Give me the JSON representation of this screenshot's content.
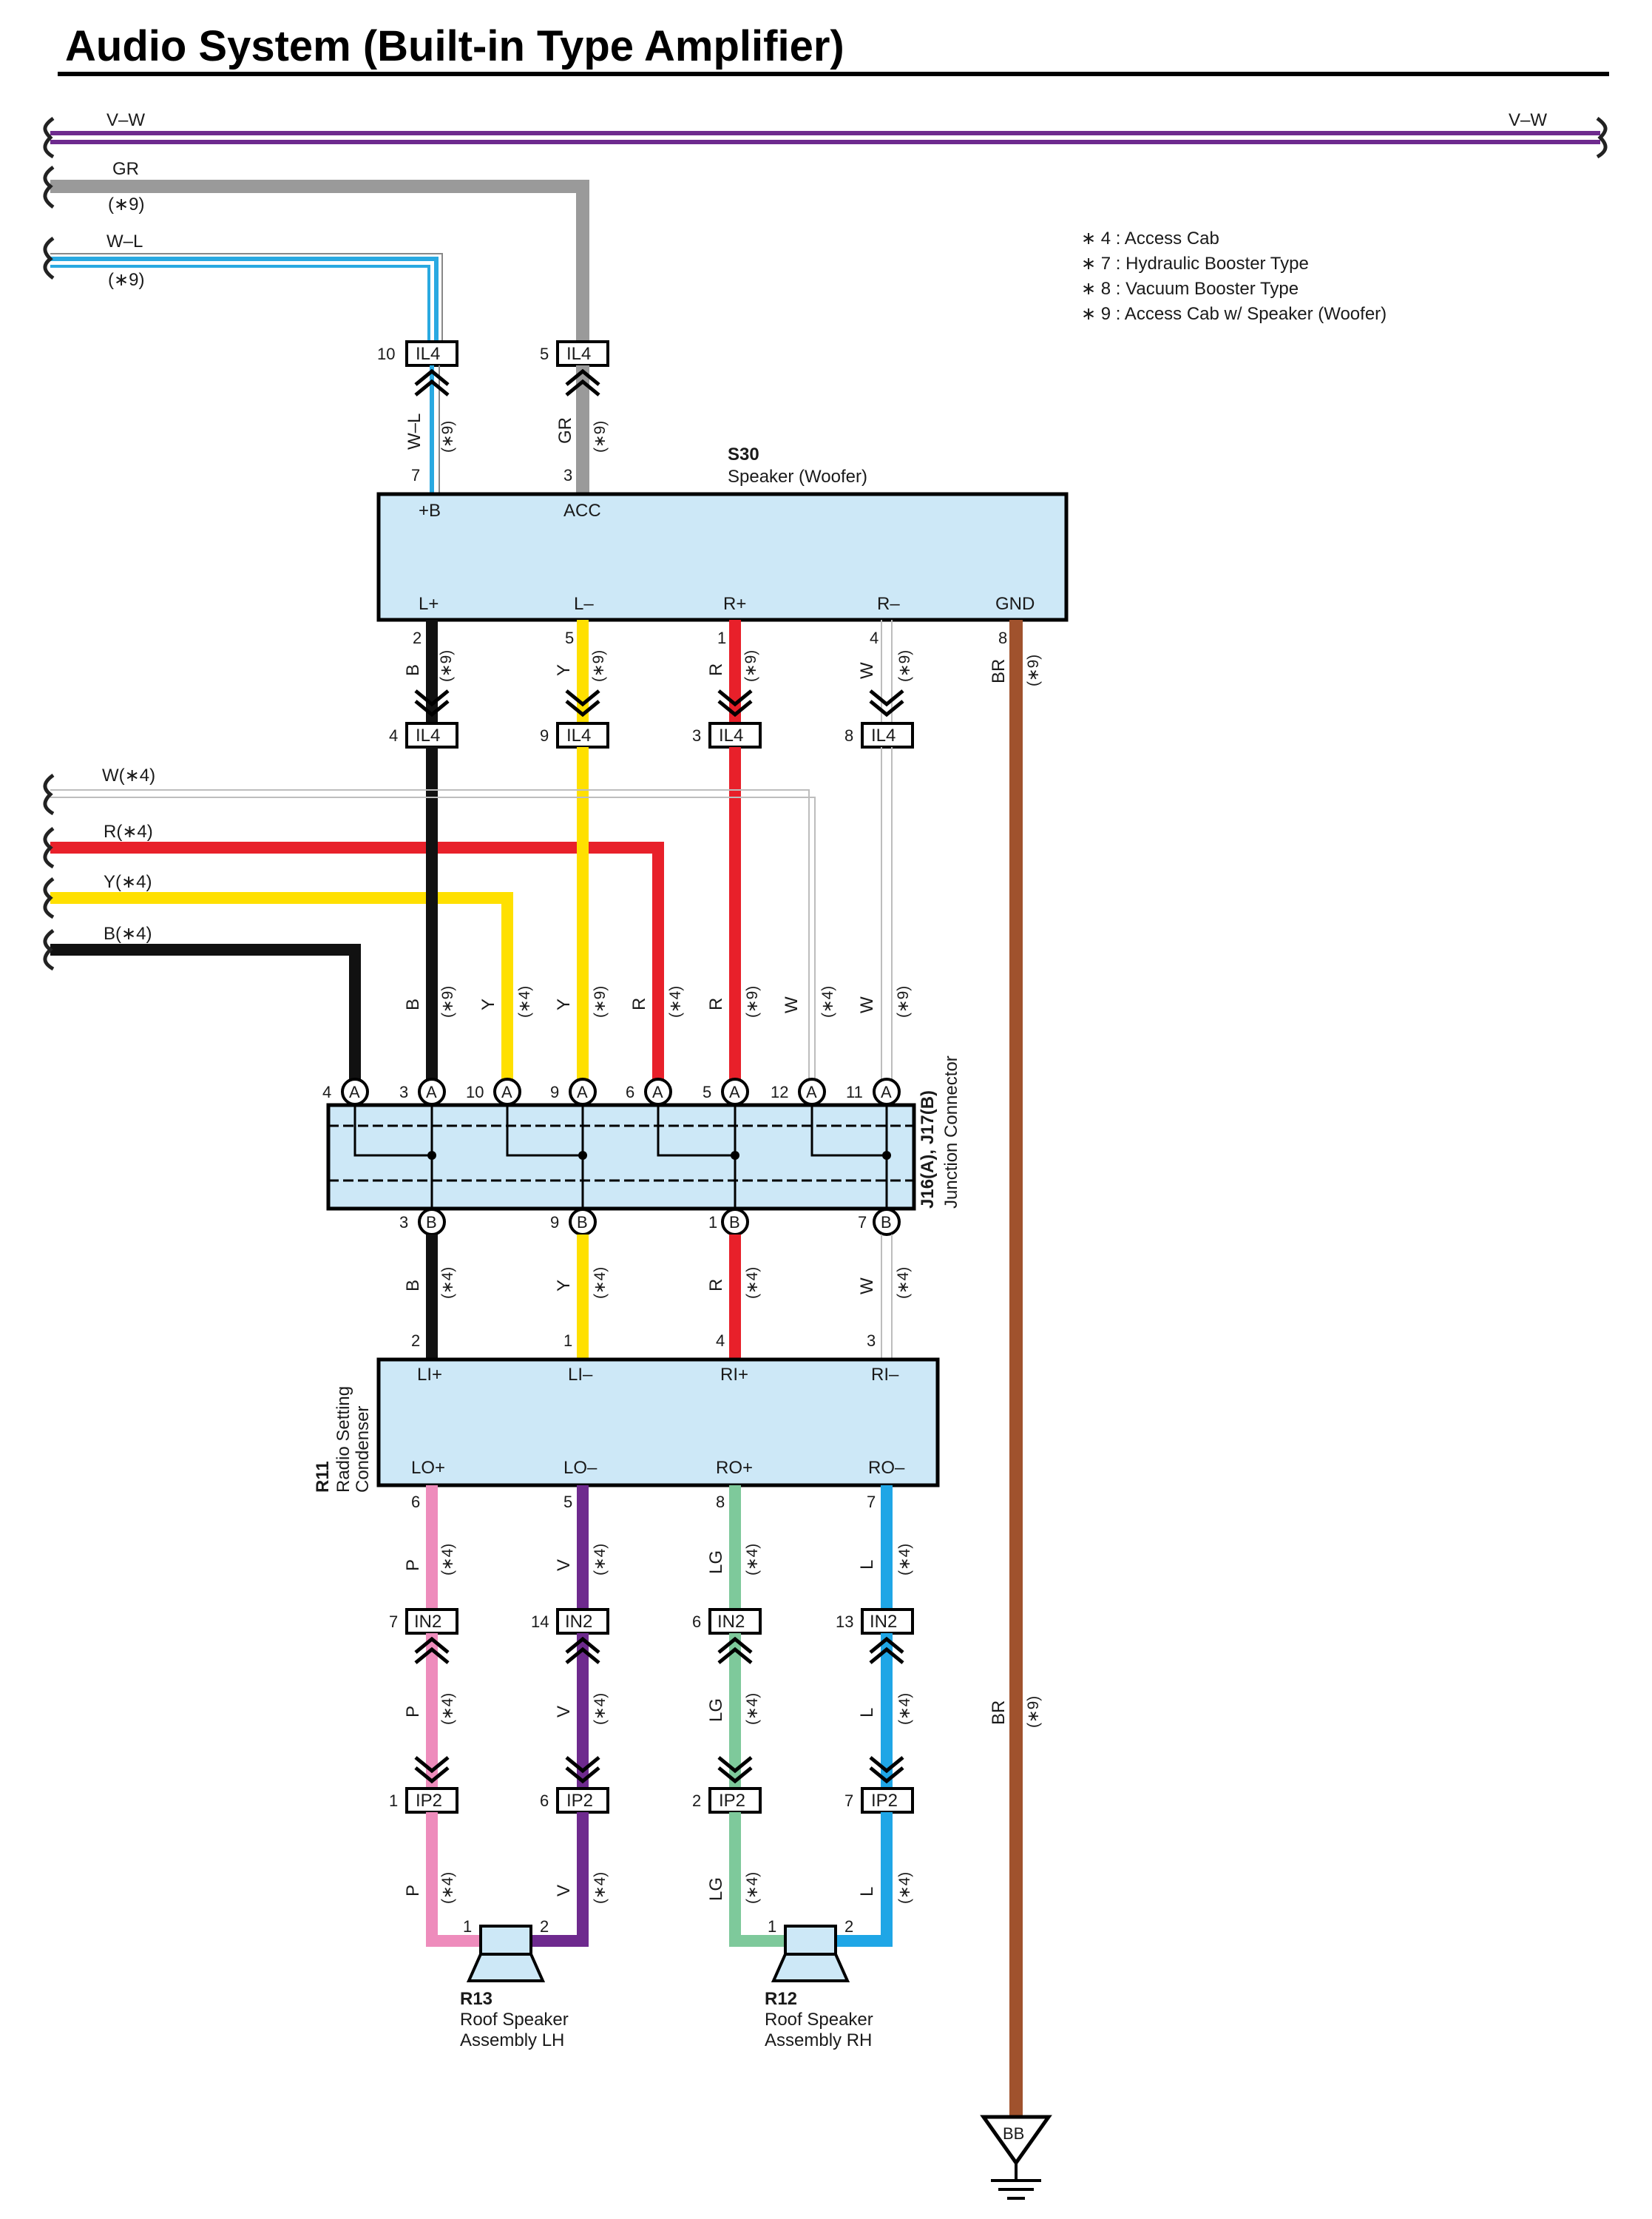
{
  "title": "Audio System (Built-in Type Amplifier)",
  "colors": {
    "purple": "#6e2a8e",
    "gray": "#9a9a9a",
    "blue": "#29a9e1",
    "black": "#111111",
    "yellow": "#ffe000",
    "red": "#e8202a",
    "white_wire": "#bdbdbd",
    "pink": "#ee8cbc",
    "violet": "#6e2a8e",
    "light_green": "#7ec99b",
    "sky": "#1fa6e6",
    "brown": "#a0522d",
    "component_fill": "#cde8f7"
  },
  "notes": [
    "∗ 4 : Access Cab",
    "∗ 7 : Hydraulic Booster Type",
    "∗ 8 : Vacuum Booster Type",
    "∗ 9 : Access Cab w/ Speaker (Woofer)"
  ],
  "top_wires": {
    "vw_left": "V–W",
    "vw_right": "V–W",
    "gr": "GR",
    "gr_note": "(∗9)",
    "wl": "W–L",
    "wl_note": "(∗9)"
  },
  "left_wires": {
    "w": "W(∗4)",
    "r": "R(∗4)",
    "y": "Y(∗4)",
    "b": "B(∗4)"
  },
  "s30": {
    "code": "S30",
    "name": "Speaker (Woofer)",
    "pins_top": [
      "+B",
      "ACC"
    ],
    "pins_bottom": [
      "L+",
      "L–",
      "R+",
      "R–",
      "GND"
    ]
  },
  "r11": {
    "code": "R11",
    "name_line1": "Radio Setting",
    "name_line2": "Condenser",
    "pins_top": [
      "LI+",
      "LI–",
      "RI+",
      "RI–"
    ],
    "pins_bottom": [
      "LO+",
      "LO–",
      "RO+",
      "RO–"
    ]
  },
  "junction": {
    "code": "J16(A), J17(B)",
    "name": "Junction Connector",
    "a_letter": "A",
    "b_letter": "B"
  },
  "connectors": {
    "il4": "IL4",
    "in2": "IN2",
    "ip2": "IP2"
  },
  "r13": {
    "code": "R13",
    "line1": "Roof Speaker",
    "line2": "Assembly LH"
  },
  "r12": {
    "code": "R12",
    "line1": "Roof Speaker",
    "line2": "Assembly RH"
  },
  "ground": "BB",
  "pin_numbers": {
    "il4_top": [
      "10",
      "5"
    ],
    "s30_top": [
      "7",
      "3"
    ],
    "s30_bottom": [
      "2",
      "5",
      "1",
      "4",
      "8"
    ],
    "il4_mid": [
      "4",
      "9",
      "3",
      "8"
    ],
    "junction_a": [
      "4",
      "3",
      "10",
      "9",
      "6",
      "5",
      "12",
      "11"
    ],
    "junction_b": [
      "3",
      "9",
      "1",
      "7"
    ],
    "r11_top": [
      "2",
      "1",
      "4",
      "3"
    ],
    "r11_bottom": [
      "6",
      "5",
      "8",
      "7"
    ],
    "in2": [
      "7",
      "14",
      "6",
      "13"
    ],
    "ip2": [
      "1",
      "6",
      "2",
      "7"
    ],
    "speaker_pins": [
      "1",
      "2",
      "1",
      "2"
    ]
  },
  "wire_labels": {
    "top": [
      "W–L",
      "GR"
    ],
    "s30_out": [
      "B",
      "Y",
      "R",
      "W",
      "BR"
    ],
    "to_junction": [
      "B",
      "Y",
      "Y",
      "R",
      "R",
      "W",
      "W"
    ],
    "to_r11": [
      "B",
      "Y",
      "R",
      "W"
    ],
    "r11_out": [
      "P",
      "V",
      "LG",
      "L"
    ],
    "speaker": [
      "P",
      "V",
      "LG",
      "L"
    ],
    "ground_wire": "BR",
    "note9": "(∗9)",
    "note4": "(∗4)"
  }
}
